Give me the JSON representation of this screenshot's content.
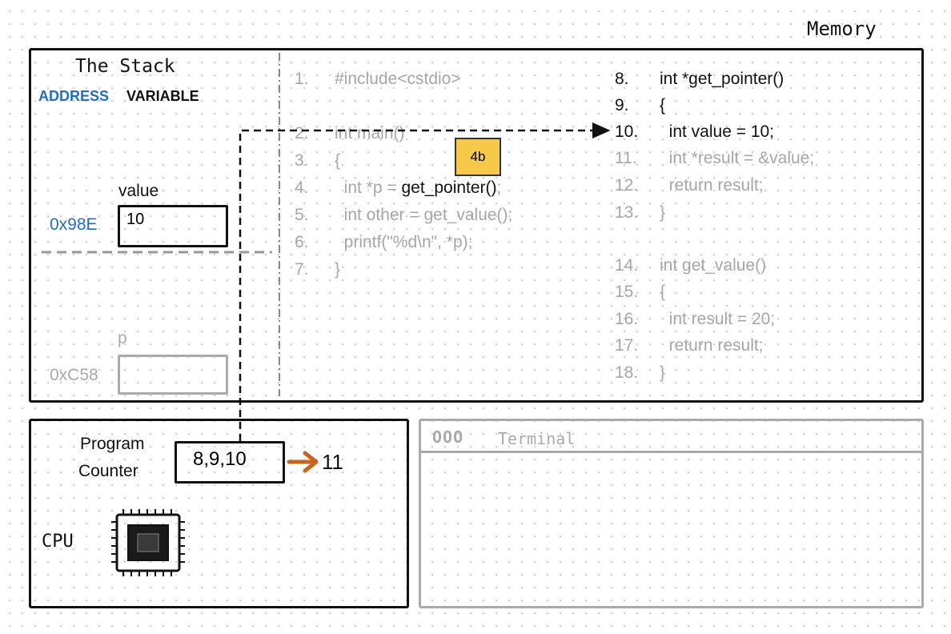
{
  "memory": {
    "title": "Memory"
  },
  "stack": {
    "title": "The Stack",
    "header_address": "ADDRESS",
    "header_variable": "VARIABLE",
    "frames": [
      {
        "name": "value",
        "address": "0x98E",
        "value": "10",
        "active": true
      },
      {
        "name": "p",
        "address": "0xC58",
        "value": "",
        "active": false
      }
    ]
  },
  "code_left": [
    {
      "num": "1.",
      "text": "#include<cstdio>"
    },
    {
      "num": "2.",
      "text": "int main()"
    },
    {
      "num": "3.",
      "text": "{"
    },
    {
      "num": "4.",
      "pre": "  int *p = ",
      "hl": "get_pointer()",
      "post": ";"
    },
    {
      "num": "5.",
      "text": "  int other = get_value();"
    },
    {
      "num": "6.",
      "text": "  printf(\"%d\\n\", *p);"
    },
    {
      "num": "7.",
      "text": "}"
    }
  ],
  "code_right": [
    {
      "num": "8.",
      "text": "int *get_pointer()",
      "active": true
    },
    {
      "num": "9.",
      "text": "{",
      "active": true
    },
    {
      "num": "10.",
      "text": "  int value = 10;",
      "active": true
    },
    {
      "num": "11.",
      "text": "  int *result = &value;",
      "active": false
    },
    {
      "num": "12.",
      "text": "  return result;",
      "active": false
    },
    {
      "num": "13.",
      "text": "}",
      "active": false
    },
    {
      "num": "14.",
      "text": "int get_value()",
      "active": false
    },
    {
      "num": "15.",
      "text": "{",
      "active": false
    },
    {
      "num": "16.",
      "text": "  int result = 20;",
      "active": false
    },
    {
      "num": "17.",
      "text": "  return result;",
      "active": false
    },
    {
      "num": "18.",
      "text": "}",
      "active": false
    }
  ],
  "step_badge": "4b",
  "cpu": {
    "pc_label_1": "Program",
    "pc_label_2": "Counter",
    "pc_value": "8,9,10",
    "pc_next": "11",
    "label": "CPU"
  },
  "terminal": {
    "title": "Terminal",
    "dots": "OOO"
  },
  "colors": {
    "accent_blue": "#1f6fc2",
    "arrow_orange": "#c8641c",
    "badge_yellow": "#f7c948",
    "inactive_gray": "#a6a6a6"
  }
}
